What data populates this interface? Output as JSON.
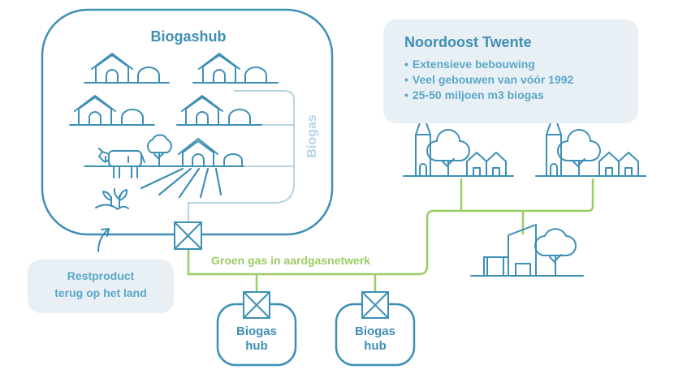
{
  "hub_title": "Biogashub",
  "biogas_label": "Biogas",
  "green_gas_label": "Groen gas in aardgasnetwerk",
  "region": {
    "title": "Noordoost Twente",
    "bullets": [
      "Extensieve bebouwing",
      "Veel gebouwen van vóór 1992",
      "25-50 miljoen m3 biogas"
    ]
  },
  "residual": {
    "line1": "Restproduct",
    "line2": "terug op het land"
  },
  "hubs": [
    {
      "line1": "Biogas",
      "line2": "hub"
    },
    {
      "line1": "Biogas",
      "line2": "hub"
    }
  ],
  "colors": {
    "hub_blue": "#3e8fb5",
    "line_light_blue": "#b7d3e2",
    "green": "#9ccc65",
    "panel_bg": "#e9f0f5",
    "text_blue": "#5aa7c9"
  }
}
